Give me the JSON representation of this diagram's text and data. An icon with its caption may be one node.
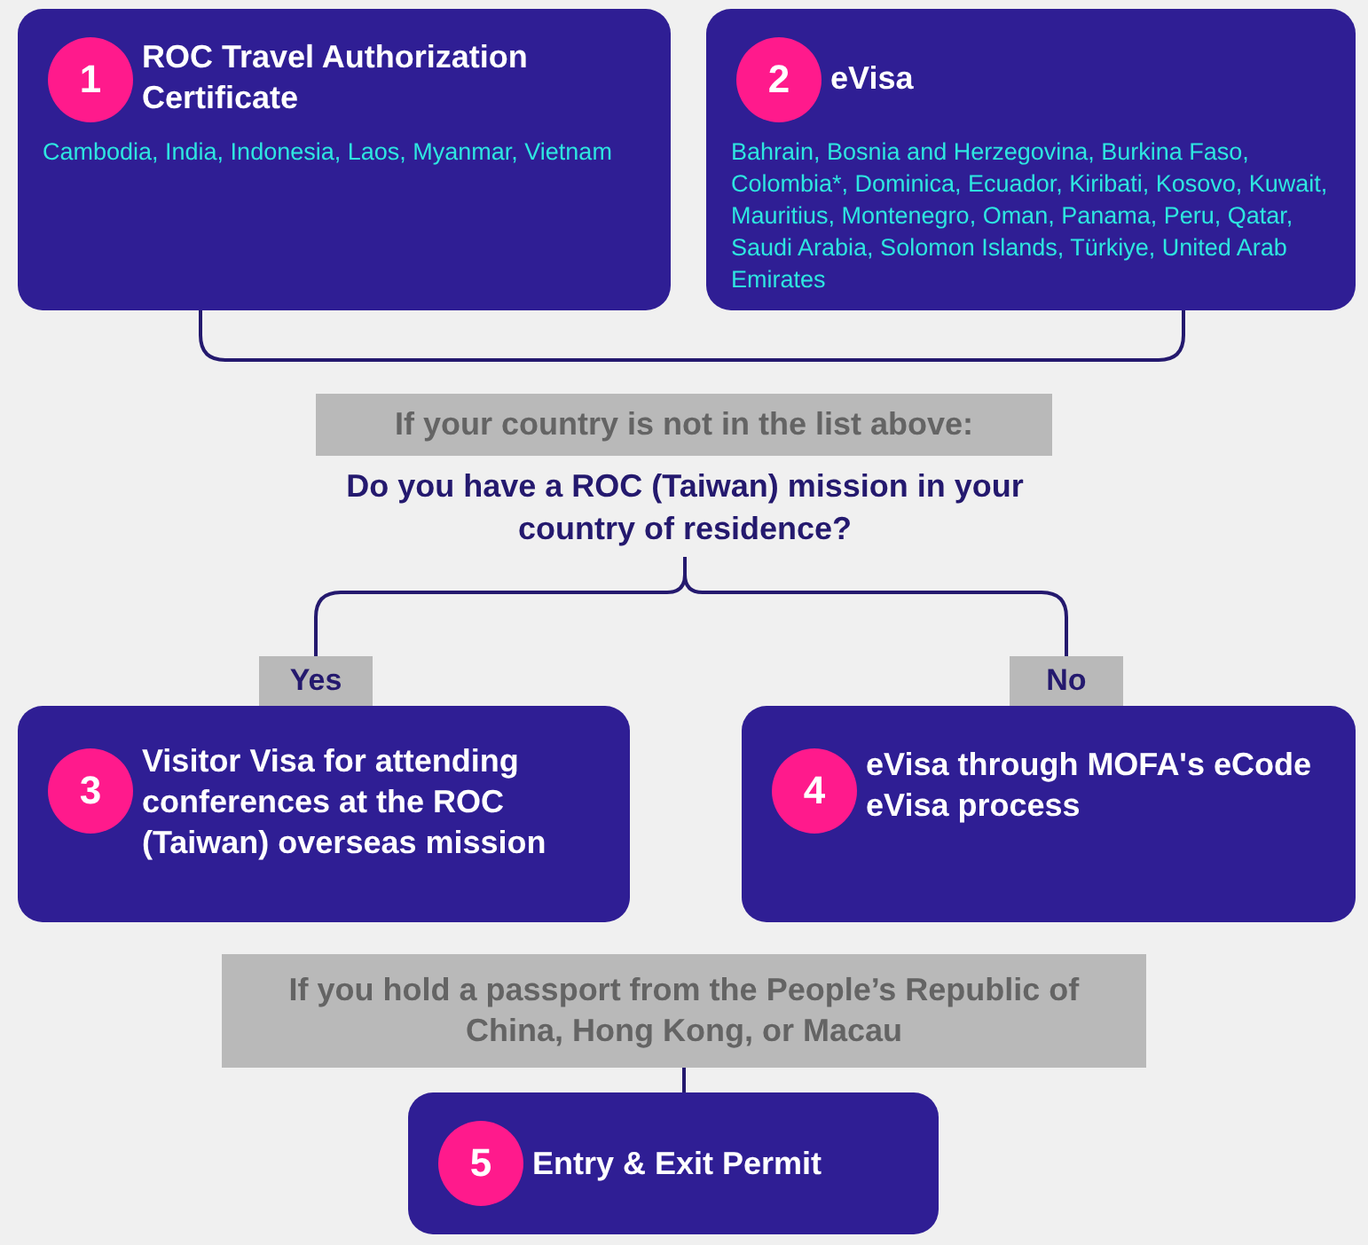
{
  "diagram": {
    "nodes": [
      {
        "text": [
          "ROC Travel Authorization Certificate",
          "Cambodia, India, Indonesia, Laos, Myanmar, Vietnam"
        ]
      },
      {
        "text": [
          "1"
        ],
        "in": 0
      },
      {
        "text": [
          "eVisa",
          "Bahrain, Bosnia and Herzegovina, Burkina Faso, Colombia*, Dominica, Ecuador, Kiribati, Kosovo, Kuwait, Mauritius, Montenegro, Oman, Panama, Peru, Qatar, Saudi Arabia, Solomon Islands, Türkiye, United Arab Emirates"
        ]
      },
      {
        "text": [
          "2"
        ],
        "in": 2
      },
      {
        "text": [
          "If your country is not in the list above:"
        ]
      },
      {
        "text": [
          "Do you have a ROC (Taiwan) mission in your country of residence?"
        ]
      },
      {
        "text": [
          "Yes"
        ]
      },
      {
        "text": [
          "No"
        ]
      },
      {
        "text": [
          "Visitor Visa for attending conferences at the ROC (Taiwan) overseas mission"
        ]
      },
      {
        "text": [
          "3"
        ],
        "in": 8
      },
      {
        "text": [
          "eVisa through MOFA's eCode eVisa process"
        ]
      },
      {
        "text": [
          "4"
        ],
        "in": 10
      },
      {
        "text": [
          "If you hold a passport from the People’s Republic of China, Hong Kong, or Macau"
        ]
      },
      {
        "text": [
          "Entry & Exit Permit"
        ]
      },
      {
        "text": [
          "5"
        ],
        "in": 13
      }
    ],
    "edges": [
      {
        "from": 0,
        "to": 2,
        "arrow": "none"
      },
      {
        "from": 5,
        "to": 6,
        "arrow": "none"
      },
      {
        "from": 5,
        "to": 7,
        "arrow": "none"
      },
      {
        "from": 12,
        "to": 13,
        "arrow": "none"
      }
    ]
  }
}
